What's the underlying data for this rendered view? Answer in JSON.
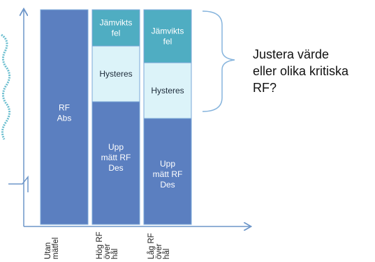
{
  "chart_data": {
    "type": "stacked-bar-diagram",
    "colors": {
      "dark": "#5b7fc0",
      "teal": "#4fadc2",
      "light": "#dcf3f9",
      "outline": "#7aa7d8",
      "axis": "#6d96c9",
      "brace": "#86b4dd",
      "wave": "#6bbecf"
    },
    "bars": [
      {
        "category": "Utan\nmätfel",
        "segments": [
          {
            "label": "RF\nAbs",
            "style": "dark"
          }
        ]
      },
      {
        "category": "Hög RF\növer\nhål",
        "segments": [
          {
            "label": "Upp\nmätt RF\nDes",
            "style": "dark"
          },
          {
            "label": "Hysteres",
            "style": "light"
          },
          {
            "label": "Jämvikts\nfel",
            "style": "teal"
          }
        ]
      },
      {
        "category": "Låg RF\növer\nhål",
        "segments": [
          {
            "label": "Upp\nmätt RF\nDes",
            "style": "dark"
          },
          {
            "label": "Hysteres",
            "style": "light"
          },
          {
            "label": "Jämvikts\nfel",
            "style": "teal"
          }
        ]
      }
    ],
    "annotation": "Justera värde\neller olika kritiska\nRF?"
  }
}
